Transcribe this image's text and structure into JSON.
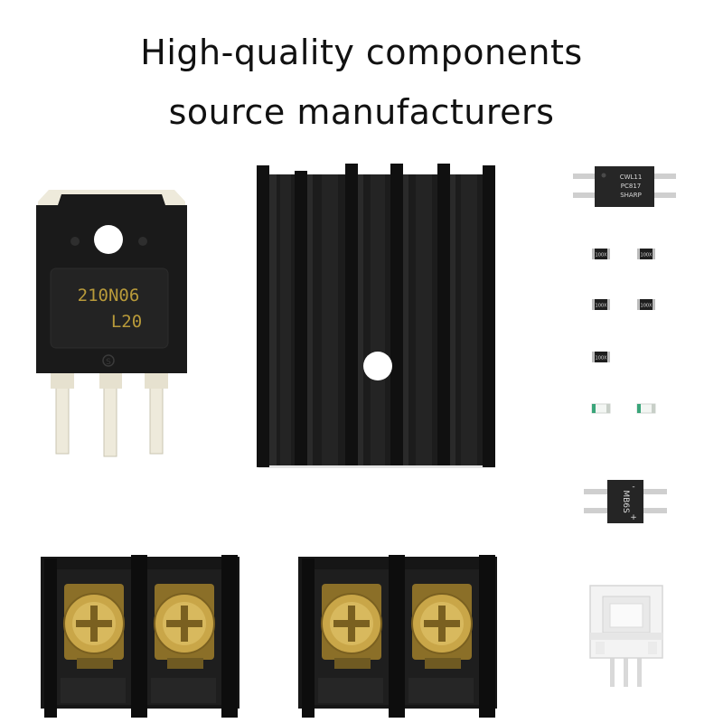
{
  "headline": {
    "line1": "High-quality components",
    "line2": "source manufacturers"
  },
  "components": {
    "mosfet": {
      "marking_line1": "210N06",
      "marking_line2": "L20",
      "logo_letter": "S"
    },
    "optocoupler": {
      "marking_line1": "CWL11",
      "marking_line2": "PC817",
      "marking_line3": "SHARP"
    },
    "smd_resistors": {
      "marking": "100X"
    },
    "bridge_rectifier": {
      "marking": "MB6S",
      "minus_sign": "-",
      "plus_sign": "+"
    }
  },
  "colors": {
    "component_black": "#1a1a1a",
    "pin_ivory": "#eeeadb",
    "brass": "#c9a648",
    "connector_white": "#f3f3f3",
    "text_dark": "#111111"
  }
}
